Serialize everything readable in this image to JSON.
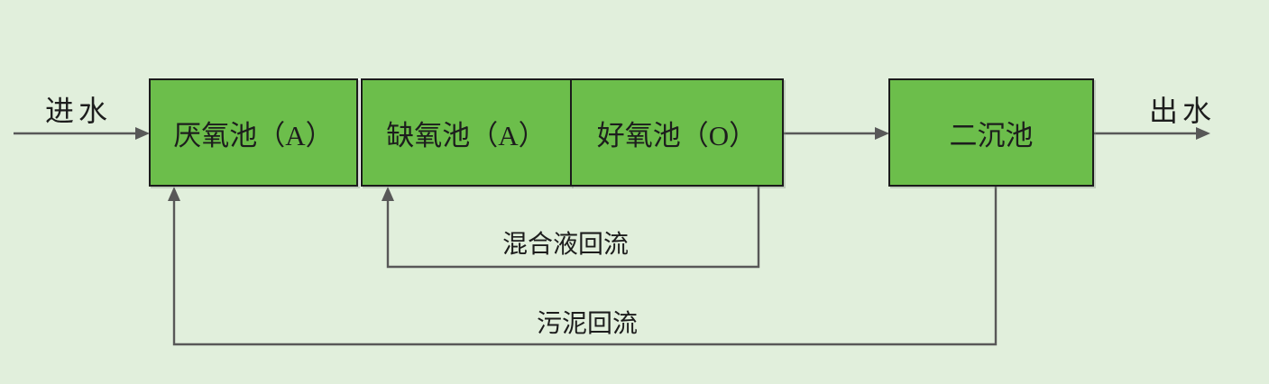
{
  "diagram": {
    "inlet_label": "进水",
    "outlet_label": "出水",
    "boxes": [
      {
        "id": "anaerobic",
        "label": "厌氧池（A）"
      },
      {
        "id": "anoxic",
        "label": "缺氧池（A）"
      },
      {
        "id": "aerobic",
        "label": "好氧池（O）"
      },
      {
        "id": "clarifier",
        "label": "二沉池"
      }
    ],
    "flows": {
      "mixed_liquor_recycle_label": "混合液回流",
      "sludge_return_label": "污泥回流"
    },
    "colors": {
      "background": "#e1efdc",
      "box-fill": "#6cbe4b",
      "box-border": "#1b1b1b",
      "line": "#585858",
      "text": "#1d1d1d"
    }
  }
}
